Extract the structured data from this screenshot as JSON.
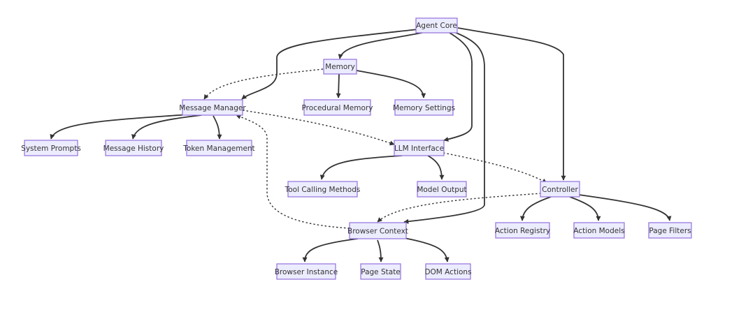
{
  "diagram": {
    "type": "flowchart",
    "colors": {
      "node_fill": "#ECECFF",
      "node_border": "#9370DB",
      "edge": "#333333",
      "text": "#333333"
    },
    "nodes": {
      "agent_core": "Agent Core",
      "memory": "Memory",
      "procedural_memory": "Procedural Memory",
      "memory_settings": "Memory Settings",
      "message_manager": "Message Manager",
      "system_prompts": "System Prompts",
      "message_history": "Message History",
      "token_management": "Token Management",
      "llm_interface": "LLM Interface",
      "tool_calling_methods": "Tool Calling Methods",
      "model_output": "Model Output",
      "controller": "Controller",
      "action_registry": "Action Registry",
      "action_models": "Action Models",
      "page_filters": "Page Filters",
      "browser_context": "Browser Context",
      "browser_instance": "Browser Instance",
      "page_state": "Page State",
      "dom_actions": "DOM Actions"
    },
    "edges": [
      {
        "from": "agent_core",
        "to": "memory",
        "style": "solid"
      },
      {
        "from": "agent_core",
        "to": "message_manager",
        "style": "solid"
      },
      {
        "from": "agent_core",
        "to": "llm_interface",
        "style": "solid"
      },
      {
        "from": "agent_core",
        "to": "controller",
        "style": "solid"
      },
      {
        "from": "agent_core",
        "to": "browser_context",
        "style": "solid"
      },
      {
        "from": "memory",
        "to": "procedural_memory",
        "style": "solid"
      },
      {
        "from": "memory",
        "to": "memory_settings",
        "style": "solid"
      },
      {
        "from": "message_manager",
        "to": "system_prompts",
        "style": "solid"
      },
      {
        "from": "message_manager",
        "to": "message_history",
        "style": "solid"
      },
      {
        "from": "message_manager",
        "to": "token_management",
        "style": "solid"
      },
      {
        "from": "llm_interface",
        "to": "tool_calling_methods",
        "style": "solid"
      },
      {
        "from": "llm_interface",
        "to": "model_output",
        "style": "solid"
      },
      {
        "from": "controller",
        "to": "action_registry",
        "style": "solid"
      },
      {
        "from": "controller",
        "to": "action_models",
        "style": "solid"
      },
      {
        "from": "controller",
        "to": "page_filters",
        "style": "solid"
      },
      {
        "from": "browser_context",
        "to": "browser_instance",
        "style": "solid"
      },
      {
        "from": "browser_context",
        "to": "page_state",
        "style": "solid"
      },
      {
        "from": "browser_context",
        "to": "dom_actions",
        "style": "solid"
      },
      {
        "from": "memory",
        "to": "message_manager",
        "style": "dotted"
      },
      {
        "from": "message_manager",
        "to": "llm_interface",
        "style": "dotted"
      },
      {
        "from": "llm_interface",
        "to": "controller",
        "style": "dotted"
      },
      {
        "from": "controller",
        "to": "browser_context",
        "style": "dotted"
      },
      {
        "from": "browser_context",
        "to": "message_manager",
        "style": "dotted"
      }
    ]
  }
}
